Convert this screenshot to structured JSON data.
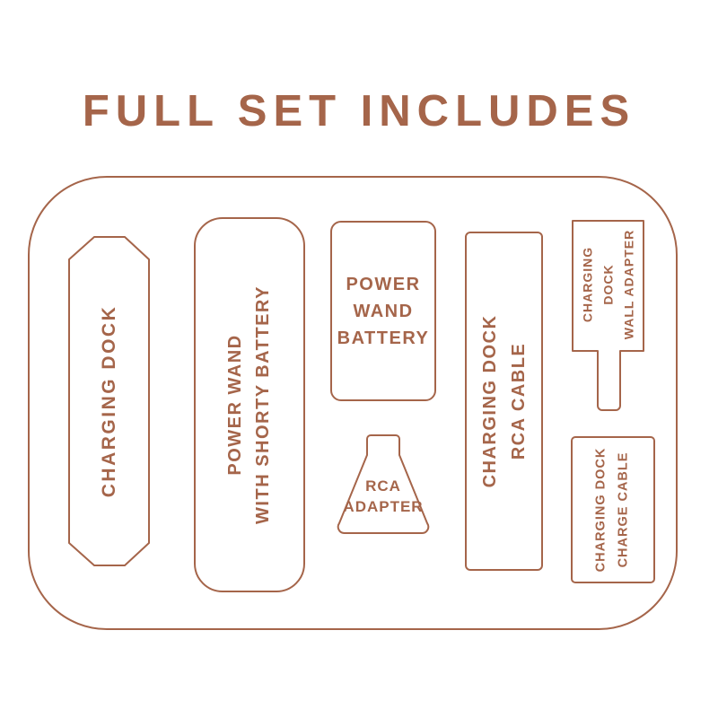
{
  "colors": {
    "accent": "#a5654a",
    "background": "#ffffff"
  },
  "title": "FULL SET INCLUDES",
  "items": {
    "charging_dock": {
      "label": "CHARGING DOCK"
    },
    "power_wand": {
      "label": "POWER WAND\nWITH SHORTY BATTERY"
    },
    "power_wand_battery": {
      "label": "POWER\nWAND\nBATTERY"
    },
    "rca_adapter": {
      "label": "RCA\nADAPTER"
    },
    "rca_cable": {
      "label": "CHARGING DOCK\nRCA CABLE"
    },
    "wall_adapter": {
      "label": "CHARGING\nDOCK\nWALL ADAPTER"
    },
    "charge_cable": {
      "label": "CHARGING DOCK\nCHARGE CABLE"
    }
  }
}
